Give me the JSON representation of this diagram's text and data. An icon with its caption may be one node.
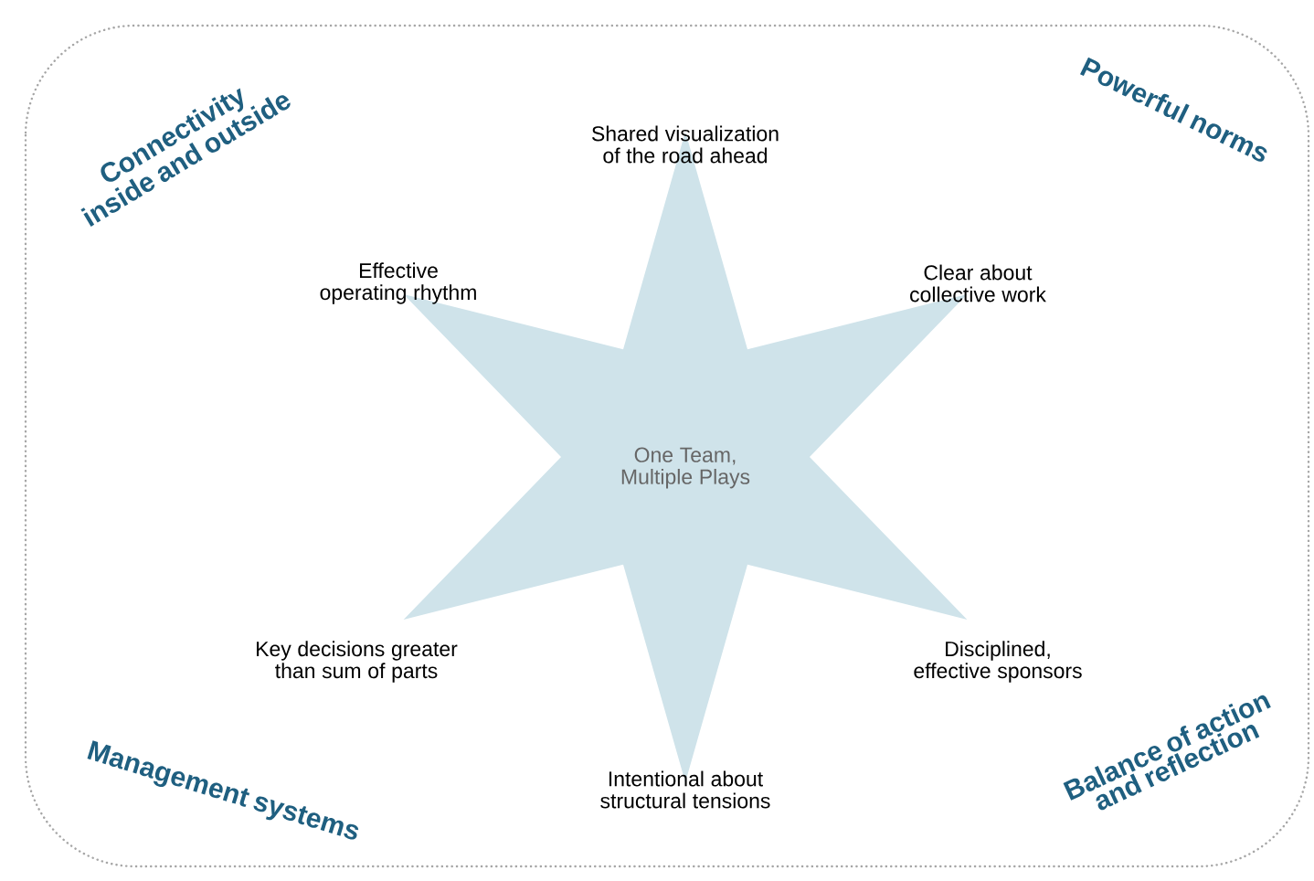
{
  "diagram": {
    "nodes": [
      {
        "text": [
          "One Team, Multiple Plays"
        ]
      }
    ],
    "labels": [
      "Connectivity inside and outside",
      "Shared visualization of the road ahead",
      "Powerful norms",
      "Effective operating rhythm",
      "Clear about collective work",
      "Key decisions greater than sum of parts",
      "Disciplined, effective sponsors",
      "Management systems",
      "Intentional about structural tensions",
      "Balance of action and reflection"
    ]
  }
}
